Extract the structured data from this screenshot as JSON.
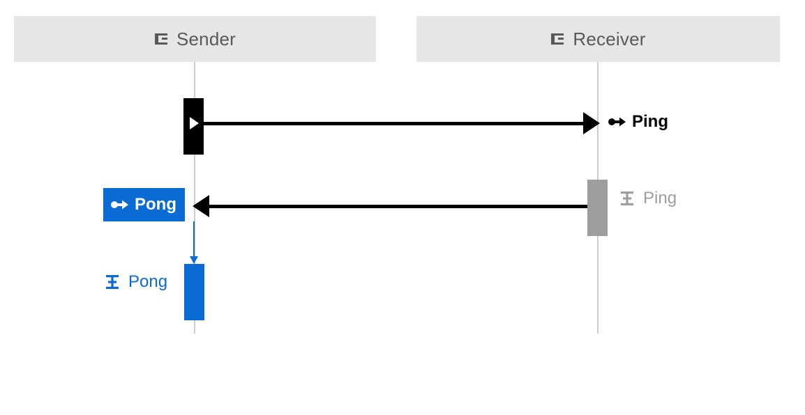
{
  "diagram": {
    "type": "sequence-diagram",
    "title": "",
    "colors": {
      "participant_box": "#e6e6e6",
      "participant_text": "#595959",
      "lifeline": "#cccccc",
      "sender_activation_black": "#000000",
      "receiver_activation_gray": "#9e9e9e",
      "accent_blue": "#0b6bd4",
      "arrow_black": "#000000",
      "label_white": "#ffffff",
      "ping_exec_text": "#9e9e9e"
    },
    "participants": [
      {
        "id": "sender",
        "label": "Sender",
        "icon": "participant-icon"
      },
      {
        "id": "receiver",
        "label": "Receiver",
        "icon": "participant-icon"
      }
    ],
    "messages": [
      {
        "id": "ping",
        "label": "Ping",
        "from": "sender",
        "to": "receiver",
        "direction": "right",
        "icon": "message-send-icon",
        "color": "#000000",
        "highlighted": false
      },
      {
        "id": "pong",
        "label": "Pong",
        "from": "receiver",
        "to": "sender",
        "direction": "left",
        "icon": "message-send-icon",
        "color": "#ffffff",
        "highlighted": true
      }
    ],
    "executions": [
      {
        "id": "ping-exec",
        "label": "Ping",
        "on": "receiver",
        "icon": "execution-icon",
        "color": "#9e9e9e"
      },
      {
        "id": "pong-exec",
        "label": "Pong",
        "on": "sender",
        "icon": "execution-icon",
        "color": "#0b6bd4"
      }
    ]
  }
}
